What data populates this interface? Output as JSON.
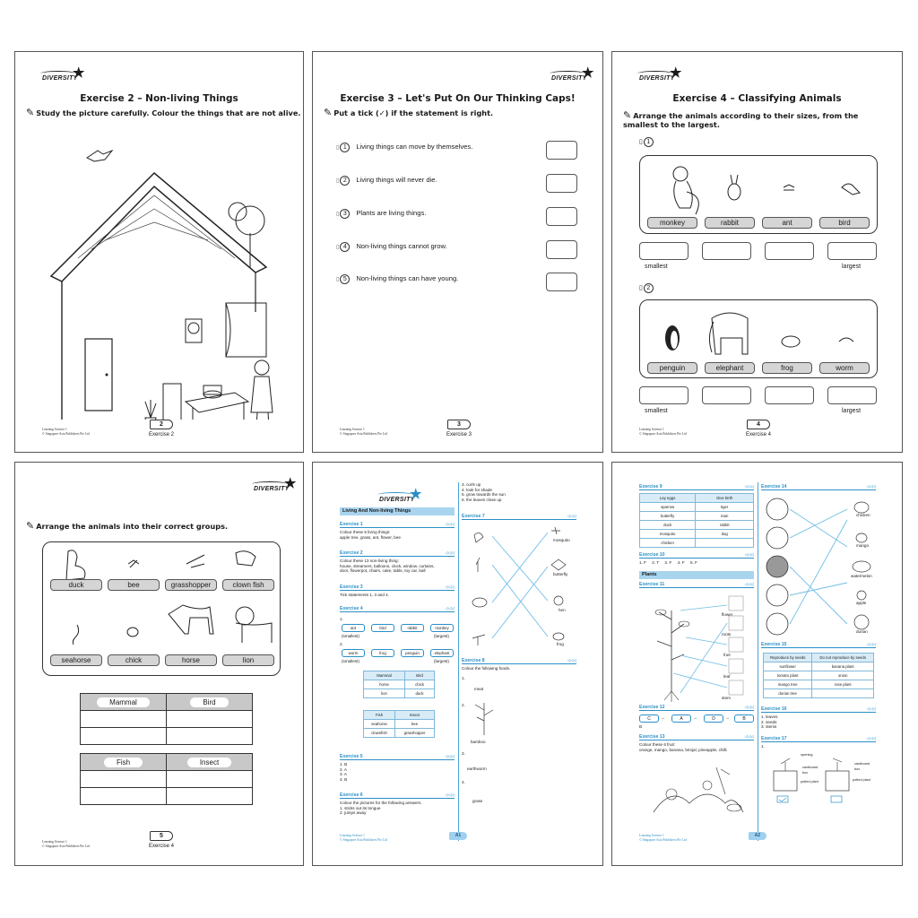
{
  "brand": "DIVERSITY",
  "pages": [
    {
      "title": "Exercise 2 – Non-living Things",
      "instruction": "Study the picture carefully. Colour the things that are not alive.",
      "publisher": [
        "Learning Science 1",
        "© Singapore Asia Publishers Pte Ltd"
      ],
      "page_number": "2",
      "page_label": "Exercise 2"
    },
    {
      "title": "Exercise 3 – Let's Put On Our Thinking Caps!",
      "instruction": "Put a tick (✓) if the statement is right.",
      "statements": [
        {
          "num": "1",
          "text": "Living things can move by themselves."
        },
        {
          "num": "2",
          "text": "Living things will never die."
        },
        {
          "num": "3",
          "text": "Plants are living things."
        },
        {
          "num": "4",
          "text": "Non-living things cannot grow."
        },
        {
          "num": "5",
          "text": "Non-living things can have young."
        }
      ],
      "publisher": [
        "Learning Science 1",
        "© Singapore Asia Publishers Pte Ltd"
      ],
      "page_number": "3",
      "page_label": "Exercise 3"
    },
    {
      "title": "Exercise 4 – Classifying Animals",
      "instruction": "Arrange the animals according to their sizes, from the smallest to the largest.",
      "groups": [
        {
          "num": "1",
          "animals": [
            "monkey",
            "rabbit",
            "ant",
            "bird"
          ]
        },
        {
          "num": "2",
          "animals": [
            "penguin",
            "elephant",
            "frog",
            "worm"
          ]
        }
      ],
      "smallest": "smallest",
      "largest": "largest",
      "publisher": [
        "Learning Science 1",
        "© Singapore Asia Publishers Pte Ltd"
      ],
      "page_number": "4",
      "page_label": "Exercise 4"
    },
    {
      "instruction": "Arrange the animals into their correct groups.",
      "animals_row1": [
        "duck",
        "bee",
        "grasshopper",
        "clown fish"
      ],
      "animals_row2": [
        "seahorse",
        "chick",
        "horse",
        "lion"
      ],
      "table1": [
        "Mammal",
        "Bird"
      ],
      "table2": [
        "Fish",
        "Insect"
      ],
      "publisher": [
        "Learning Science 1",
        "© Singapore Asia Publishers Pte Ltd"
      ],
      "page_number": "5",
      "page_label": "Exercise 4"
    },
    {
      "section": "Living And Non-living Things",
      "ex1_h": "Exercise 1",
      "ex1": [
        "Colour these 5 living things:",
        "apple tree, grass, ant, flower, bee"
      ],
      "ex2_h": "Exercise 2",
      "ex2": [
        "Colour these 13 non-living thing:",
        "house, streamers, balloons, clock, window, curtains,",
        "door, flowerpot, chairs, cake, table, toy car, ball"
      ],
      "ex3_h": "Exercise 3",
      "ex3": [
        "Tick statements 1, 3 and 4."
      ],
      "ex4_h": "Exercise 4",
      "ex4_row1": [
        "ant",
        "bird",
        "rabbit",
        "monkey"
      ],
      "ex4_row2": [
        "worm",
        "frog",
        "penguin",
        "elephant"
      ],
      "ex4_num1": "1.",
      "ex4_num2": "2.",
      "smallest": "(smallest)",
      "largest": "(largest)",
      "ex4_t1": [
        [
          "Mammal",
          "Bird"
        ],
        [
          "horse",
          "chick"
        ],
        [
          "lion",
          "duck"
        ]
      ],
      "ex4_t2": [
        [
          "Fish",
          "Insect"
        ],
        [
          "seahorse",
          "bee"
        ],
        [
          "clownfish",
          "grasshopper"
        ]
      ],
      "ex5_h": "Exercise 5",
      "ex5": [
        "1. B",
        "2. A",
        "3. A",
        "4. B"
      ],
      "ex6_h": "Exercise 6",
      "ex6": [
        "Colour the pictures for the following answers.",
        "1. sticks out its tongue",
        "2. jumps away"
      ],
      "col2_top": [
        "3. curls up",
        "4. look for shade",
        "5. grow towards the sun",
        "6. the leaves close up"
      ],
      "ex7_h": "Exercise 7",
      "ex7_right": [
        "mosquito",
        "butterfly",
        "hen",
        "frog"
      ],
      "ex8_h": "Exercise 8",
      "ex8_intro": "Colour the following foods.",
      "ex8_items": [
        "meat",
        "bamboo",
        "earthworm",
        "grass"
      ],
      "publisher": [
        "Learning Science 1",
        "© Singapore Asia Publishers Pte Ltd"
      ],
      "page_number": "A1"
    },
    {
      "ex9_h": "Exercise 9",
      "ex9": [
        [
          "Lay eggs",
          "Give birth"
        ],
        [
          "sparrow",
          "tiger"
        ],
        [
          "butterfly",
          "man"
        ],
        [
          "duck",
          "rabbit"
        ],
        [
          "mosquito",
          "dog"
        ],
        [
          "chicken",
          ""
        ]
      ],
      "ex10_h": "Exercise 10",
      "ex10": "1. F     2. T     3. F     4. F     5. F",
      "plants": "Plants",
      "ex11_h": "Exercise 11",
      "ex11_labels": [
        "flower",
        "roots",
        "fruit",
        "leaf",
        "stem"
      ],
      "ex12_h": "Exercise 12",
      "ex12_flow": [
        "C",
        "A",
        "D",
        "B"
      ],
      "ex12_extra": "B",
      "ex13_h": "Exercise 13",
      "ex13": [
        "Colour these 6 fruit:",
        "orange, mango, banana, brinjal, pineapple, chilli"
      ],
      "ex14_h": "Exercise 14",
      "ex14_right": [
        "chicken",
        "mango",
        "watermelon",
        "apple",
        "durian"
      ],
      "ex15_h": "Exercise 15",
      "ex15": [
        [
          "Reproduce by seeds",
          "Do not reproduce by seeds"
        ],
        [
          "sunflower",
          "banana plant"
        ],
        [
          "tomato plant",
          "onion"
        ],
        [
          "mango tree",
          "rose plant"
        ],
        [
          "durian tree",
          ""
        ]
      ],
      "ex16_h": "Exercise 16",
      "ex16": [
        "1. leaves",
        "2. seeds",
        "3. stems"
      ],
      "ex17_h": "Exercise 17",
      "ex17_num": "1.",
      "ex17_labels": [
        "opening",
        "cardboard box",
        "potted plant",
        "cardboard box",
        "potted plant"
      ],
      "publisher": [
        "Learning Science 1",
        "© Singapore Asia Publishers Pte Ltd"
      ],
      "page_number": "A2"
    }
  ]
}
